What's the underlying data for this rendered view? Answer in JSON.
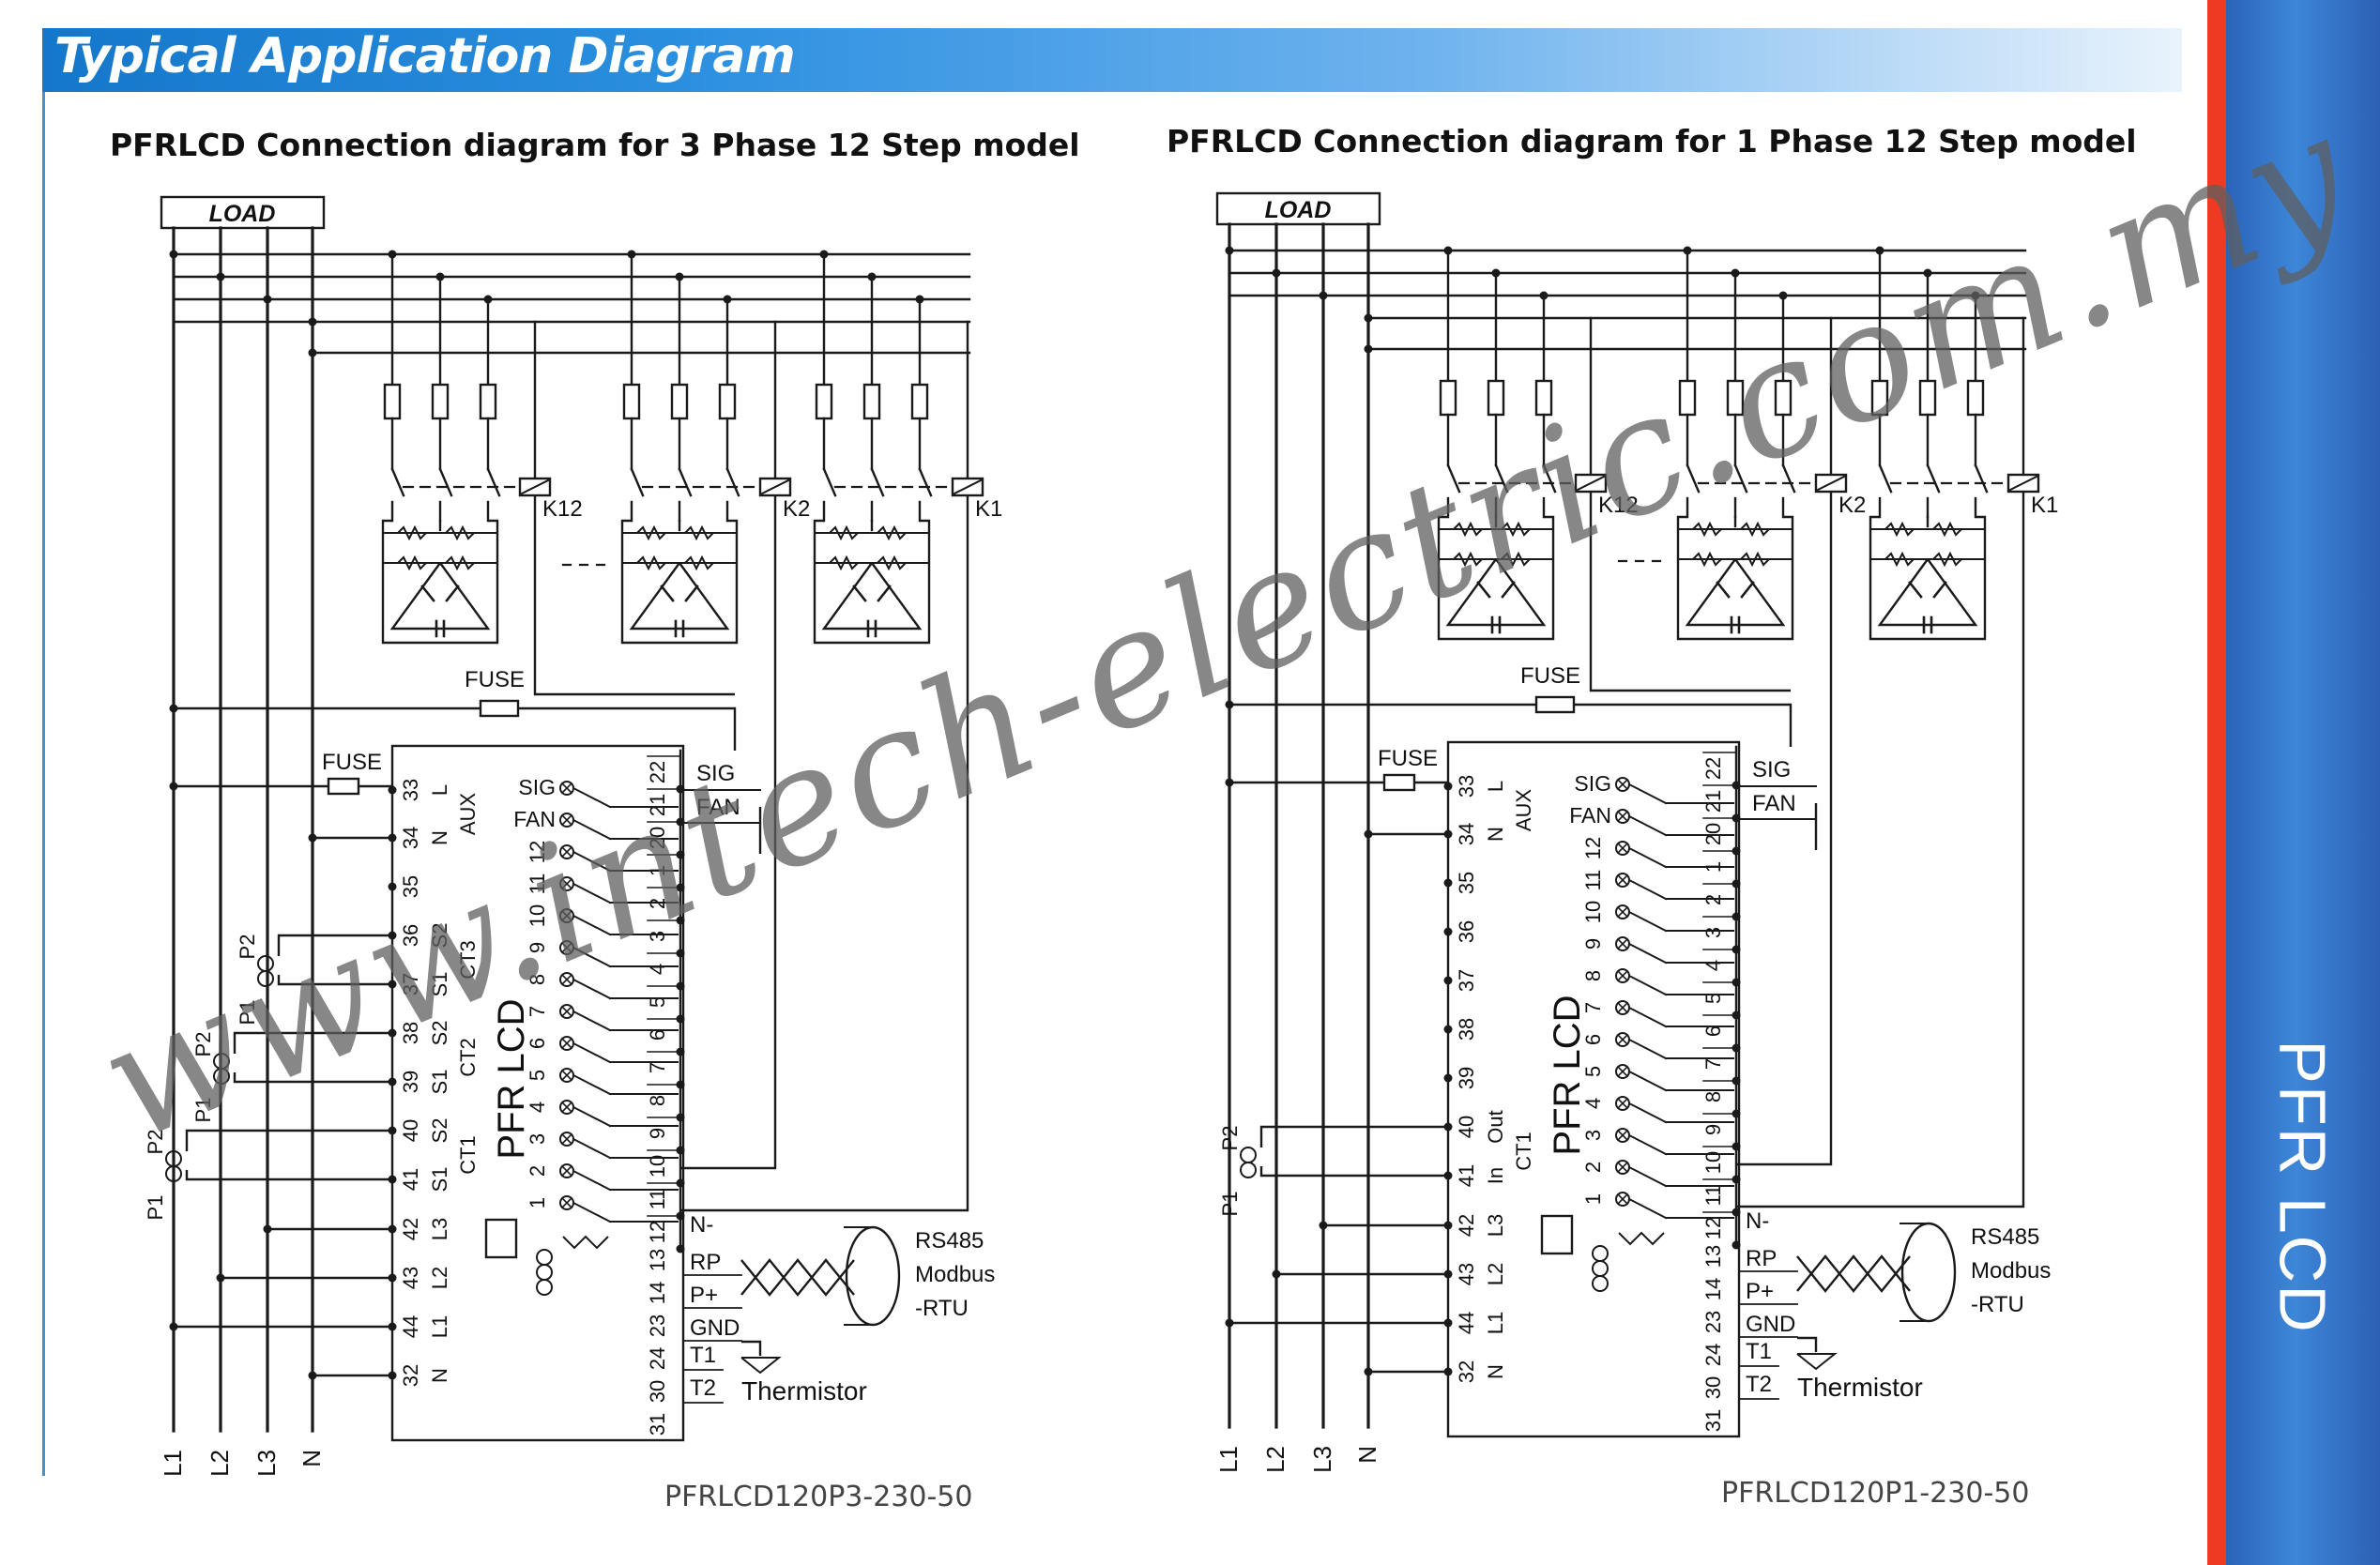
{
  "page": {
    "header_title": "Typical Application Diagram",
    "side_label": "PFR LCD",
    "watermark": "www.intech-electric.com.my",
    "colors": {
      "header": "#1577c9",
      "accent_red": "#ee3a23",
      "side_panel": "#2a63b8",
      "line": "#1a1a1a"
    }
  },
  "diagrams": [
    {
      "title": "PFRLCD Connection diagram for 3 Phase 12 Step model",
      "model_code": "PFRLCD120P3-230-50",
      "load_label": "LOAD",
      "bus_labels": [
        "L1",
        "L2",
        "L3",
        "N"
      ],
      "contactors": [
        "K12",
        "K2",
        "K1"
      ],
      "fuse_labels": [
        "FUSE",
        "FUSE"
      ],
      "device_label": "PFR LCD",
      "left_terminals": [
        {
          "num": "33",
          "sig": "L"
        },
        {
          "num": "34",
          "sig": "N"
        },
        {
          "num": "35",
          "sig": ""
        },
        {
          "num": "36",
          "sig": "S2"
        },
        {
          "num": "37",
          "sig": "S1"
        },
        {
          "num": "38",
          "sig": "S2"
        },
        {
          "num": "39",
          "sig": "S1"
        },
        {
          "num": "40",
          "sig": "S2"
        },
        {
          "num": "41",
          "sig": "S1"
        },
        {
          "num": "42",
          "sig": "L3"
        },
        {
          "num": "43",
          "sig": "L2"
        },
        {
          "num": "44",
          "sig": "L1"
        },
        {
          "num": "32",
          "sig": "N"
        }
      ],
      "group_labels": [
        {
          "text": "AUX",
          "from": 0,
          "to": 1
        },
        {
          "text": "CT3",
          "from": 3,
          "to": 4
        },
        {
          "text": "CT2",
          "from": 5,
          "to": 6
        },
        {
          "text": "CT1",
          "from": 7,
          "to": 8
        }
      ],
      "ct_labels": [
        {
          "p1": "P1",
          "p2": "P2"
        },
        {
          "p1": "P1",
          "p2": "P2"
        },
        {
          "p1": "P1",
          "p2": "P2"
        }
      ],
      "relay_labels": [
        "SIG",
        "FAN",
        "12",
        "11",
        "10",
        "9",
        "8",
        "7",
        "6",
        "5",
        "4",
        "3",
        "2",
        "1"
      ],
      "right_terminals": [
        "22",
        "21",
        "20",
        "1",
        "2",
        "3",
        "4",
        "5",
        "6",
        "7",
        "8",
        "9",
        "10",
        "11",
        "12"
      ],
      "relay_outputs": [
        "SIG",
        "FAN"
      ],
      "comm_terminals": [
        {
          "num": "13",
          "label": "RP"
        },
        {
          "num": "14",
          "label": "P+"
        },
        {
          "num": "23",
          "label": "GND"
        }
      ],
      "neg_label": "N-",
      "thermistor_terminals": [
        {
          "num": "24",
          "label": "T1"
        },
        {
          "num": "30",
          "label": "T2"
        },
        {
          "num": "31",
          "label": ""
        }
      ],
      "thermistor_label": "Thermistor",
      "rs485_lines": [
        "RS485",
        "Modbus",
        "-RTU"
      ]
    },
    {
      "title": "PFRLCD Connection diagram for 1 Phase 12 Step model",
      "model_code": "PFRLCD120P1-230-50",
      "load_label": "LOAD",
      "bus_labels": [
        "L1",
        "L2",
        "L3",
        "N"
      ],
      "contactors": [
        "K12",
        "K2",
        "K1"
      ],
      "fuse_labels": [
        "FUSE",
        "FUSE"
      ],
      "device_label": "PFR LCD",
      "left_terminals": [
        {
          "num": "33",
          "sig": "L"
        },
        {
          "num": "34",
          "sig": "N"
        },
        {
          "num": "35",
          "sig": ""
        },
        {
          "num": "36",
          "sig": ""
        },
        {
          "num": "37",
          "sig": ""
        },
        {
          "num": "38",
          "sig": ""
        },
        {
          "num": "39",
          "sig": ""
        },
        {
          "num": "40",
          "sig": "Out"
        },
        {
          "num": "41",
          "sig": "In"
        },
        {
          "num": "42",
          "sig": "L3"
        },
        {
          "num": "43",
          "sig": "L2"
        },
        {
          "num": "44",
          "sig": "L1"
        },
        {
          "num": "32",
          "sig": "N"
        }
      ],
      "group_labels": [
        {
          "text": "AUX",
          "from": 0,
          "to": 1
        },
        {
          "text": "CT1",
          "from": 7,
          "to": 8
        }
      ],
      "ct_labels": [
        {
          "p1": "P1",
          "p2": "P2"
        }
      ],
      "relay_labels": [
        "SIG",
        "FAN",
        "12",
        "11",
        "10",
        "9",
        "8",
        "7",
        "6",
        "5",
        "4",
        "3",
        "2",
        "1"
      ],
      "right_terminals": [
        "22",
        "21",
        "20",
        "1",
        "2",
        "3",
        "4",
        "5",
        "6",
        "7",
        "8",
        "9",
        "10",
        "11",
        "12"
      ],
      "relay_outputs": [
        "SIG",
        "FAN"
      ],
      "comm_terminals": [
        {
          "num": "13",
          "label": "RP"
        },
        {
          "num": "14",
          "label": "P+"
        },
        {
          "num": "23",
          "label": "GND"
        }
      ],
      "neg_label": "N-",
      "thermistor_terminals": [
        {
          "num": "24",
          "label": "T1"
        },
        {
          "num": "30",
          "label": "T2"
        },
        {
          "num": "31",
          "label": ""
        }
      ],
      "thermistor_label": "Thermistor",
      "rs485_lines": [
        "RS485",
        "Modbus",
        "-RTU"
      ]
    }
  ]
}
